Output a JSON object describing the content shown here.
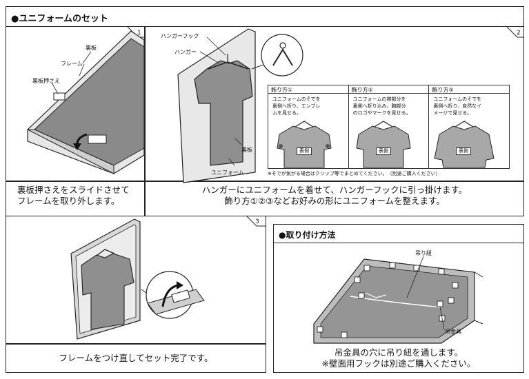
{
  "set_section": {
    "header": "●ユニフォームのセット",
    "step1": {
      "number": "1",
      "labels": {
        "back_board": "裏板",
        "frame": "フレーム",
        "retainer": "裏板押さえ"
      },
      "caption_line1": "裏板押さえをスライドさせて",
      "caption_line2": "フレームを取り外します。"
    },
    "step2": {
      "number": "2",
      "labels": {
        "hanger_hook": "ハンガーフック",
        "hanger": "ハンガー",
        "back_board": "裏板",
        "uniform": "ユニフォーム"
      },
      "styles": [
        {
          "title": "飾り方①",
          "body": "ユニフォームのそでを\n裏側へ折り、エンブレ\nムを見せる。",
          "tag": "表側"
        },
        {
          "title": "飾り方②",
          "body": "ユニフォームの襟部分を\n裏側へ折り込み、胸部分\nのロゴやマークを見せる。",
          "tag": "表側"
        },
        {
          "title": "飾り方③",
          "body": "ユニフォームのそでを\n裏側へ折り、自然なイ\nメージで見せる。",
          "tag": "表側"
        }
      ],
      "note": "※そでが気がる場合はクリップ等でまとめてください。　（別途ご購入ください）",
      "caption_line1": "ハンガーにユニフォームを着せて、ハンガーフックに引っ掛けます。",
      "caption_line2": "飾り方①②③などお好みの形にユニフォームを整えます。"
    },
    "step3": {
      "number": "3",
      "caption": "フレームをつけ直してセット完了です。"
    }
  },
  "mount_section": {
    "header": "●取り付け方法",
    "labels": {
      "cord": "吊り紐",
      "fitting": "吊金具"
    },
    "caption_line1": "吊金具の穴に吊り紐を通します。",
    "caption_line2": "※壁面用フックは別途ご購入ください。"
  }
}
